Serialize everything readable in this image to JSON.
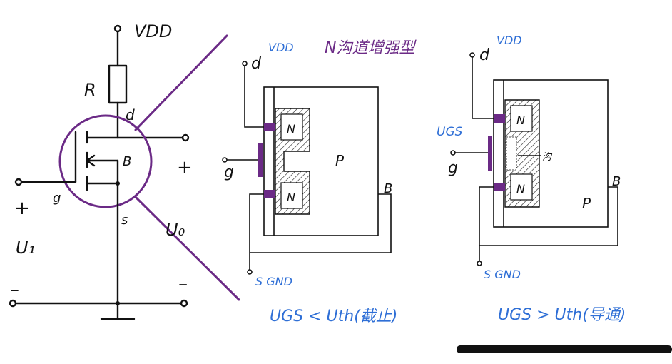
{
  "circuit": {
    "vdd": "VDD",
    "r": "R",
    "d": "d",
    "b": "B",
    "g": "g",
    "s": "s",
    "ui": "U₁",
    "uo": "U₀",
    "plus": "+",
    "minus": "–"
  },
  "title": "N沟道增强型",
  "left_device": {
    "vdd": "VDD",
    "d": "d",
    "g": "g",
    "n_top": "N",
    "n_bottom": "N",
    "p": "P",
    "b": "B",
    "s_gnd": "S GND",
    "condition": "UGS < Uth(截止)"
  },
  "right_device": {
    "vdd": "VDD",
    "d": "d",
    "ugs": "UGS",
    "g": "g",
    "n_top": "N",
    "n_bottom": "N",
    "channel": "沟",
    "p": "P",
    "b": "B",
    "s_gnd": "S GND",
    "condition": "UGS > Uth(导通)"
  },
  "colors": {
    "ink": "#111111",
    "purple": "#6b2a86",
    "blue": "#2f6fd6"
  }
}
